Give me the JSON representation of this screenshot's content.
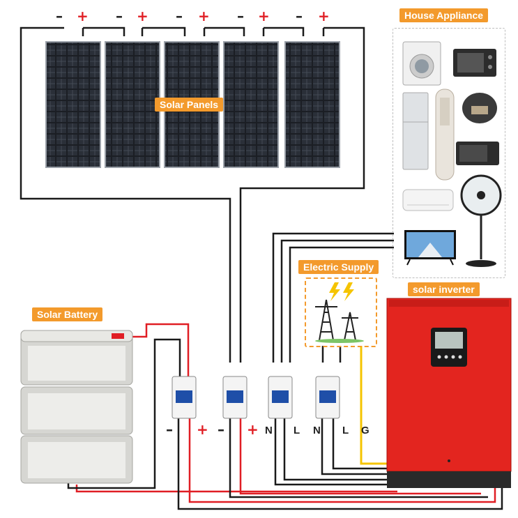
{
  "labels": {
    "house_appliance": "House Appliance",
    "solar_panels": "Solar Panels",
    "electric_supply": "Electric Supply",
    "solar_inverter": "solar inverter",
    "solar_battery": "Solar Battery"
  },
  "panel_polarity": {
    "minus": "–",
    "plus": "+"
  },
  "breaker_terminals": {
    "battery": [
      "–",
      "+"
    ],
    "pv": [
      "–",
      "+"
    ],
    "appliance": [
      "N",
      "L"
    ],
    "grid": [
      "N",
      "L",
      "G"
    ]
  },
  "colors": {
    "label_bg": "#f39a2c",
    "plus": "#e01e24",
    "wire_red": "#e01e24",
    "wire_black": "#1a1a1a",
    "wire_yellow": "#f5c400",
    "inverter": "#e3251f"
  },
  "icons": [
    "washing-machine-icon",
    "oven-icon",
    "refrigerator-icon",
    "air-conditioner-tower-icon",
    "rice-cooker-icon",
    "microwave-icon",
    "wall-ac-icon",
    "fan-icon",
    "tv-icon",
    "transmission-tower-icon",
    "lightning-icon",
    "breaker-icon",
    "battery-icon",
    "lcd-display-icon"
  ]
}
